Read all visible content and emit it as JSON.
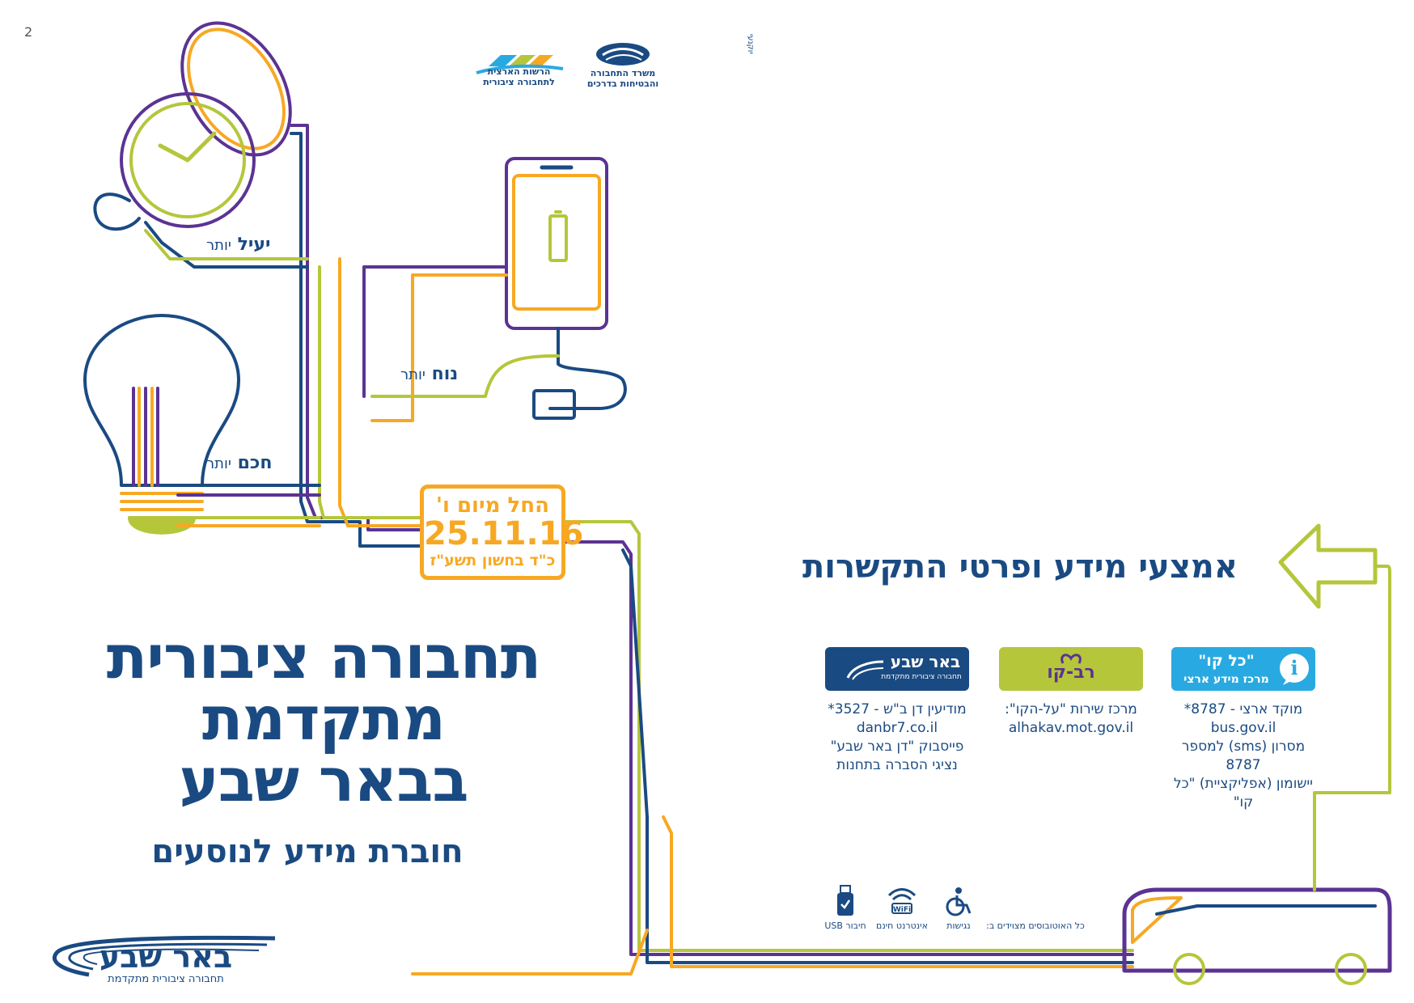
{
  "page_number": "2",
  "lines": {
    "yael": {
      "name": "יעיל",
      "suffix": "יותר"
    },
    "noach": {
      "name": "נוח",
      "suffix": "יותר"
    },
    "chacham": {
      "name": "חכם",
      "suffix": "יותר"
    }
  },
  "date_box": {
    "line1": "החל מיום ו'",
    "date": "25.11.16",
    "line3": "כ\"ד בחשון תשע\"ז"
  },
  "title": {
    "line1": "תחבורה ציבורית",
    "line2": "מתקדמת",
    "line3": "בבאר שבע",
    "subtitle": "חוברת מידע לנוסעים"
  },
  "contact": {
    "heading": "אמצעי מידע ופרטי התקשרות",
    "kolkav": {
      "card_line1": "\"כל קו\"",
      "card_line2": "מרכז מידע ארצי",
      "lines": [
        "מוקד ארצי - 8787*",
        "bus.gov.il",
        "מסרון (sms) למספר 8787",
        "יישומון (אפליקציית) \"כל קו\""
      ]
    },
    "ravkav": {
      "card_logo": "רב-קו",
      "lines": [
        "מרכז שירות \"על-הקו\":",
        "alhakav.mot.gov.il"
      ]
    },
    "dan": {
      "card_logo": "באר שבע",
      "card_sub": "תחבורה ציבורית מתקדמת",
      "lines": [
        "מודיעין דן ב\"ש - 3527*",
        "danbr7.co.il",
        "פייסבוק \"דן באר שבע\"",
        "נציגי הסברה בתחנות"
      ]
    }
  },
  "amenities": {
    "intro": "כל האוטובוסים מצוידים ב:",
    "items": [
      {
        "label": "נגישות",
        "icon": "wheelchair-icon"
      },
      {
        "label": "אינטרנט חינם",
        "icon": "wifi-icon"
      },
      {
        "label": "חיבור USB",
        "icon": "usb-icon"
      }
    ]
  },
  "logos": {
    "ministry": {
      "line1": "משרד התחבורה",
      "line2": "והבטיחות בדרכים"
    },
    "authority": {
      "line1": "הרשות הארצית",
      "line2": "לתחבורה ציבורית"
    },
    "beersheva": {
      "name": "באר שבע",
      "sub": "תחבורה ציבורית מתקדמת"
    },
    "sidebar_mark": "יוקנעי"
  },
  "colors": {
    "purple": "#5b3393",
    "orange": "#f7a823",
    "lime": "#b5c63b",
    "navy": "#1a4a82",
    "sky": "#29a9e1"
  }
}
